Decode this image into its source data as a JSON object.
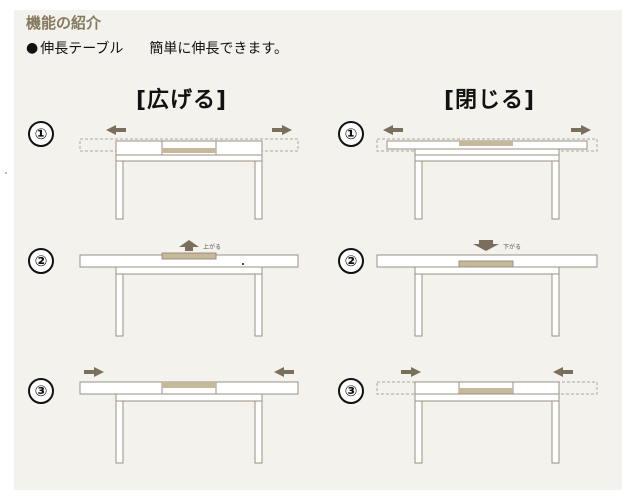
{
  "section_title": "機能の紹介",
  "feature": {
    "bullet": "●",
    "name": "伸長テーブル",
    "description": "簡単に伸長できます。"
  },
  "columns": {
    "open_heading": "[広げる]",
    "close_heading": "[閉じる]"
  },
  "steps": [
    "①",
    "②",
    "③"
  ],
  "labels": {
    "raise": "上がる",
    "lower": "下がる"
  },
  "colors": {
    "panel_bg": "#f4f2ec",
    "title": "#857a60",
    "arrow": "#7a6f5c",
    "leaf": "#c6b89a",
    "outline": "#9a9080"
  }
}
